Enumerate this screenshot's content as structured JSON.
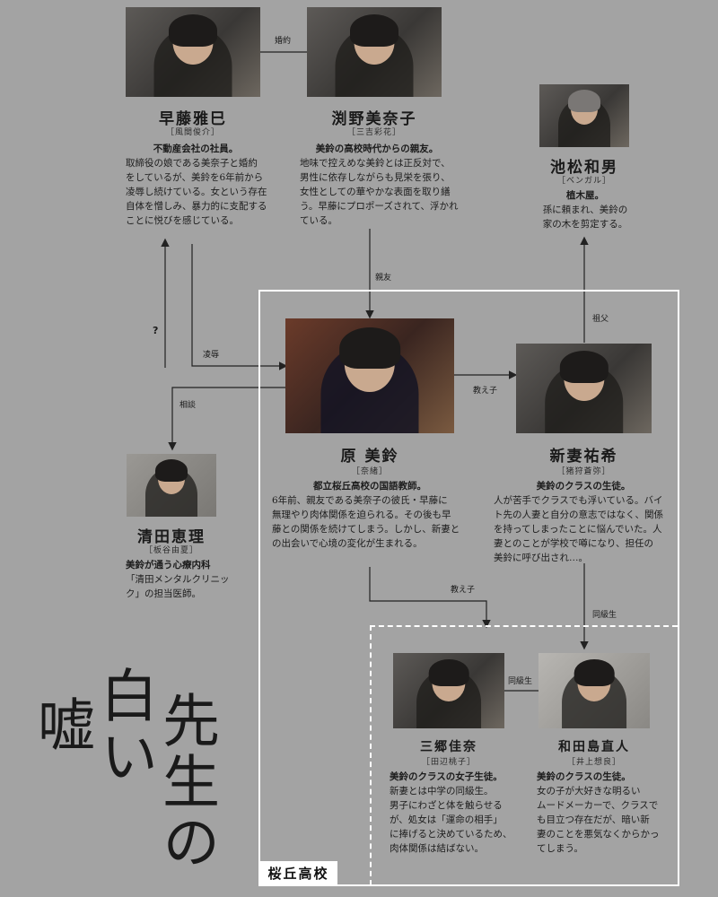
{
  "title": {
    "col1": "先生の",
    "col2": "白い",
    "col3": "嘘"
  },
  "school": "桜丘高校",
  "characters": {
    "hayafuji": {
      "name": "早藤雅巳",
      "actor": "［風間俊介］",
      "lead": "不動産会社の社員。",
      "lines": [
        "取締役の娘である美奈子と婚約",
        "をしているが、美鈴を6年前から",
        "凌辱し続けている。女という存在",
        "自体を憎しみ、暴力的に支配する",
        "ことに悦びを感じている。"
      ]
    },
    "fuchino": {
      "name": "渕野美奈子",
      "actor": "［三吉彩花］",
      "lead": "美鈴の高校時代からの親友。",
      "lines": [
        "地味で控えめな美鈴とは正反対で、",
        "男性に依存しながらも見栄を張り、",
        "女性としての華やかな表面を取り繕",
        "う。早藤にプロポーズされて、浮かれ",
        "ている。"
      ]
    },
    "ikematsu": {
      "name": "池松和男",
      "actor": "［ベンガル］",
      "lead": "植木屋。",
      "lines": [
        "孫に頼まれ、美鈴の",
        "家の木を剪定する。"
      ]
    },
    "hara": {
      "name": "原 美鈴",
      "actor": "［奈緒］",
      "lead": "都立桜丘高校の国語教師。",
      "lines": [
        "6年前、親友である美奈子の彼氏・早藤に",
        "無理やり肉体関係を迫られる。その後も早",
        "藤との関係を続けてしまう。しかし、新妻と",
        "の出会いで心境の変化が生まれる。"
      ]
    },
    "niizuma": {
      "name": "新妻祐希",
      "actor": "［猪狩蒼弥］",
      "lead": "美鈴のクラスの生徒。",
      "lines": [
        "人が苦手でクラスでも浮いている。バイ",
        "ト先の人妻と自分の意志ではなく、関係",
        "を持ってしまったことに悩んでいた。人",
        "妻とのことが学校で噂になり、担任の",
        "美鈴に呼び出され…。"
      ]
    },
    "kiyota": {
      "name": "清田恵理",
      "actor": "［板谷由夏］",
      "lead": "美鈴が通う心療内科",
      "lines": [
        "「清田メンタルクリニッ",
        "ク」の担当医師。"
      ]
    },
    "misato": {
      "name": "三郷佳奈",
      "actor": "［田辺桃子］",
      "lead": "美鈴のクラスの女子生徒。",
      "lines": [
        "新妻とは中学の同級生。",
        "男子にわざと体を触らせる",
        "が、処女は「運命の相手」",
        "に捧げると決めているため、",
        "肉体関係は結ばない。"
      ]
    },
    "wadajima": {
      "name": "和田島直人",
      "actor": "［井上想良］",
      "lead": "美鈴のクラスの生徒。",
      "lines": [
        "女の子が大好きな明るい",
        "ムードメーカーで、クラスで",
        "も目立つ存在だが、暗い新",
        "妻のことを悪気なくからかっ",
        "てしまう。"
      ]
    }
  },
  "relations": {
    "engagement": "婚約",
    "best_friend": "親友",
    "question": "?",
    "violation": "凌辱",
    "consult": "相談",
    "teaches_1": "教え子",
    "grandfather": "祖父",
    "teaches_2": "教え子",
    "classmate_1": "同級生",
    "classmate_2": "同級生"
  },
  "colors": {
    "background": "#a3a3a3",
    "line": "#222222",
    "box": "#ffffff"
  }
}
